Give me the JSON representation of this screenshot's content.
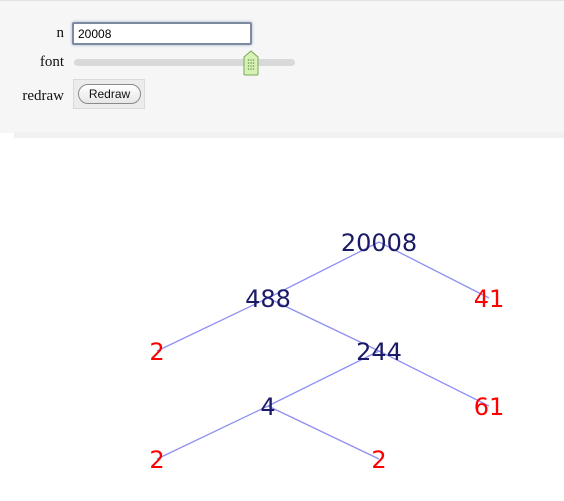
{
  "controls": {
    "n_label": "n",
    "n_value": "20008",
    "font_label": "font",
    "font_slider_fraction": 0.8,
    "redraw_label": "redraw",
    "redraw_button_label": "Redraw"
  },
  "tree": {
    "edge_color": "#8f8ff2",
    "composite_color": "#1a1a66",
    "prime_color": "#ff0000",
    "nodes": [
      {
        "id": "n20008",
        "label": "20008",
        "prime": false
      },
      {
        "id": "n488",
        "label": "488",
        "prime": false
      },
      {
        "id": "n41",
        "label": "41",
        "prime": true
      },
      {
        "id": "n2a",
        "label": "2",
        "prime": true
      },
      {
        "id": "n244",
        "label": "244",
        "prime": false
      },
      {
        "id": "n4",
        "label": "4",
        "prime": false
      },
      {
        "id": "n61",
        "label": "61",
        "prime": true
      },
      {
        "id": "n2b",
        "label": "2",
        "prime": true
      },
      {
        "id": "n2c",
        "label": "2",
        "prime": true
      }
    ],
    "edges": [
      [
        "n20008",
        "n488"
      ],
      [
        "n20008",
        "n41"
      ],
      [
        "n488",
        "n2a"
      ],
      [
        "n488",
        "n244"
      ],
      [
        "n244",
        "n4"
      ],
      [
        "n244",
        "n61"
      ],
      [
        "n4",
        "n2b"
      ],
      [
        "n4",
        "n2c"
      ]
    ]
  }
}
